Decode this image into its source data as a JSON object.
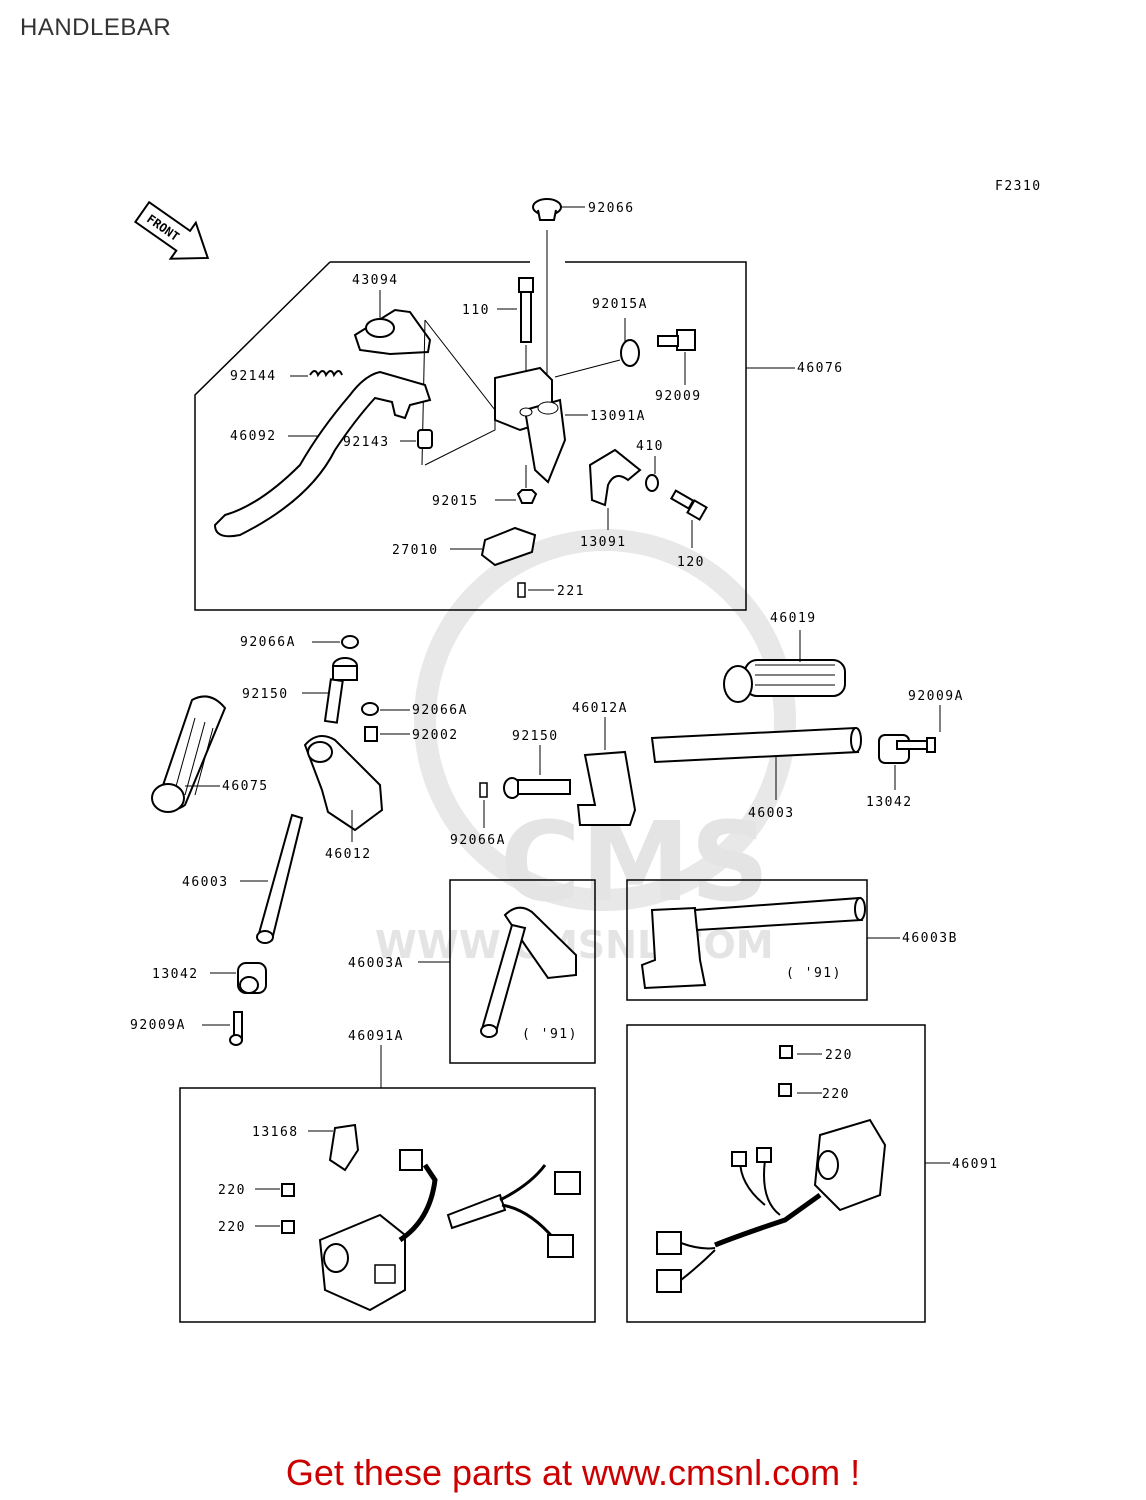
{
  "title": "HANDLEBAR",
  "figure_code": "F2310",
  "front_label": "FRONT",
  "watermark": {
    "brand": "CMS",
    "url": "WWW.CMSNL.COM"
  },
  "year_note": "( '91)",
  "footer": {
    "text": "Get these parts at www.cmsnl.com !",
    "color": "#cc0000"
  },
  "labels": {
    "p92066": "92066",
    "p43094": "43094",
    "p110": "110",
    "p92015A": "92015A",
    "p46076": "46076",
    "p92144": "92144",
    "p92009": "92009",
    "p13091A": "13091A",
    "p46092": "46092",
    "p92143": "92143",
    "p410": "410",
    "p92015": "92015",
    "p13091": "13091",
    "p27010": "27010",
    "p120": "120",
    "p221": "221",
    "p46019": "46019",
    "p92066A_1": "92066A",
    "p92150_1": "92150",
    "p92066A_2": "92066A",
    "p92002": "92002",
    "p46012A": "46012A",
    "p92150_2": "92150",
    "p92009A_1": "92009A",
    "p46075": "46075",
    "p46003_1": "46003",
    "p13042_1": "13042",
    "p46012": "46012",
    "p92066A_3": "92066A",
    "p46003_2": "46003",
    "p46003B": "46003B",
    "p46003A": "46003A",
    "p13042_2": "13042",
    "p92009A_2": "92009A",
    "p46091A": "46091A",
    "p13168": "13168",
    "p220_1": "220",
    "p220_2": "220",
    "p220_3": "220",
    "p220_4": "220",
    "p46091": "46091"
  }
}
